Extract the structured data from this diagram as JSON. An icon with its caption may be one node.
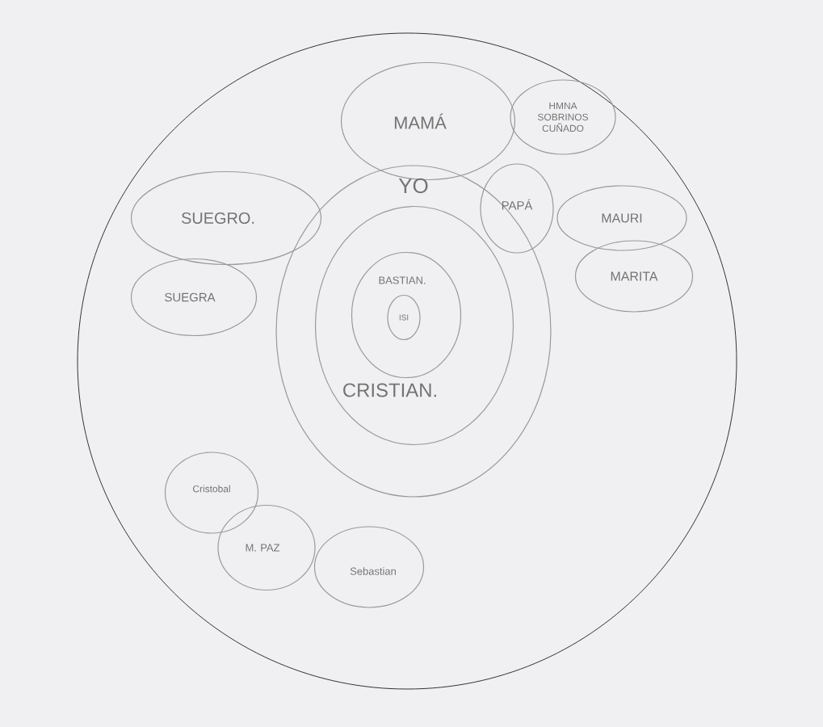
{
  "diagram": {
    "nodes": [
      {
        "text": [],
        "shape": "circle"
      },
      {
        "text": [
          "MAMÁ"
        ],
        "in": 0
      },
      {
        "text": [
          "HMNA SOBRINOS CUÑADO"
        ],
        "in": 0
      },
      {
        "text": [
          "SUEGRO."
        ],
        "in": 0
      },
      {
        "text": [
          "YO"
        ],
        "in": 0
      },
      {
        "text": [
          "PAPÁ"
        ],
        "in": 0
      },
      {
        "text": [
          "MAURI"
        ],
        "in": 0
      },
      {
        "text": [
          "MARITA"
        ],
        "in": 0
      },
      {
        "text": [
          "SUEGRA"
        ],
        "in": 0
      },
      {
        "text": [
          "CRISTIAN."
        ],
        "in": 4
      },
      {
        "text": [
          "BASTIAN."
        ],
        "in": 9
      },
      {
        "text": [
          "ISI"
        ],
        "in": 10
      },
      {
        "text": [
          "Cristobal"
        ],
        "in": 0
      },
      {
        "text": [
          "M. PAZ"
        ],
        "in": 0
      },
      {
        "text": [
          "Sebastian"
        ],
        "in": 0
      }
    ]
  }
}
